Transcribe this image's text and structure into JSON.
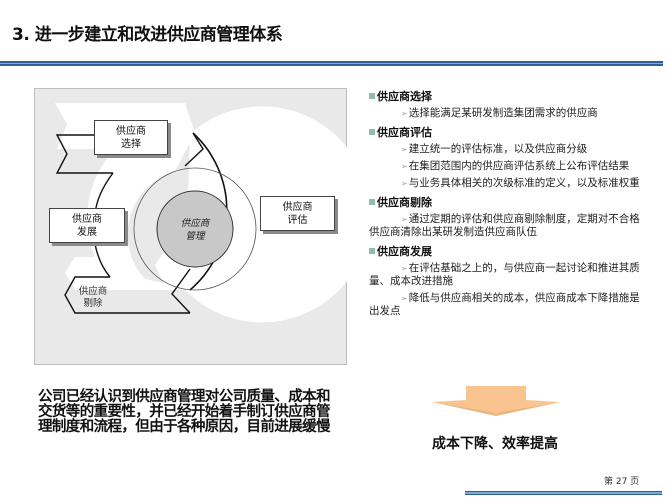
{
  "header": {
    "title": "3. 进一步建立和改进供应商管理体系"
  },
  "diagram": {
    "center": {
      "line1": "供应商",
      "line2": "管理"
    },
    "boxes": {
      "selection": {
        "line1": "供应商",
        "line2": "选择"
      },
      "evaluation": {
        "line1": "供应商",
        "line2": "评估"
      },
      "development": {
        "line1": "供应商",
        "line2": "发展"
      },
      "elimination": {
        "line1": "供应商",
        "line2": "剔除"
      }
    }
  },
  "sections": [
    {
      "heading": "供应商选择",
      "items": [
        "选择能满足某研发制造集团需求的供应商"
      ]
    },
    {
      "heading": "供应商评估",
      "items": [
        "建立统一的评估标准，以及供应商分级",
        "在集团范围内的供应商评估系统上公布评估结果",
        "与业务具体相关的次级标准的定义，以及标准权重"
      ]
    },
    {
      "heading": "供应商剔除",
      "items": [
        "通过定期的评估和供应商剔除制度，定期对不合格供应商清除出某研发制造供应商队伍"
      ]
    },
    {
      "heading": "供应商发展",
      "items": [
        "在评估基础之上的，与供应商一起讨论和推进其质量、成本改进措施",
        "降低与供应商相关的成本，供应商成本下降措施是出发点"
      ]
    }
  ],
  "summary": {
    "text": "公司已经认识到供应商管理对公司质量、成本和交货等的重要性，并已经开始着手制订供应商管理制度和流程，但由于各种原因，目前进展缓慢"
  },
  "result": {
    "text": "成本下降、效率提高",
    "arrow_color": "#f9c48f"
  },
  "footer": {
    "page": "第 27 页"
  },
  "colors": {
    "rule_dark": "#2f5f93",
    "rule_light": "#7fa9d6",
    "bullet": "#8fbfa8",
    "panel_bg": "#e9e9e9",
    "center_fill": "#c8c8c8"
  }
}
